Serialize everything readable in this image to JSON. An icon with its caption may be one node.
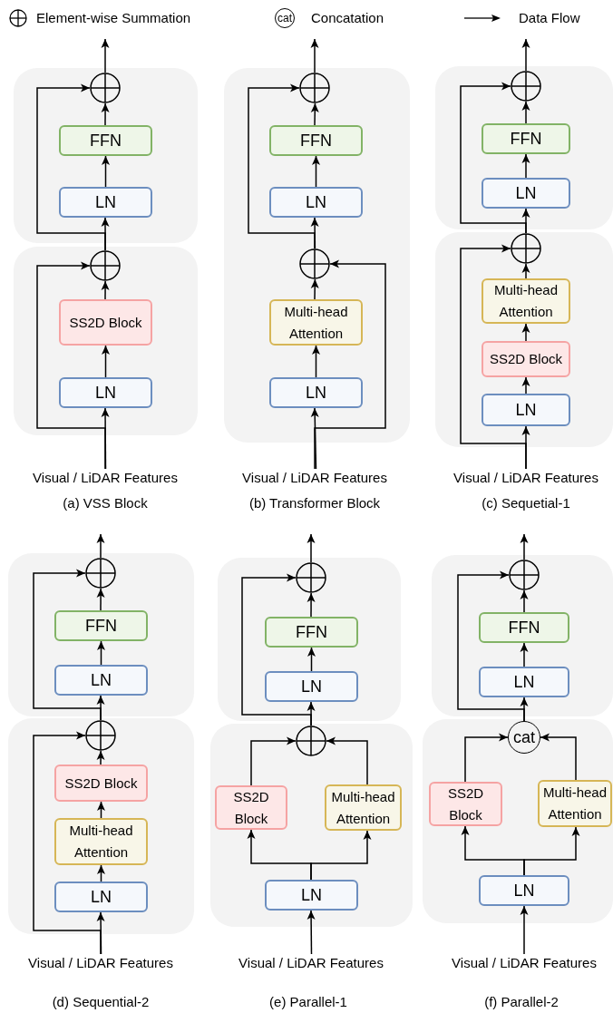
{
  "diagram": {
    "nodes": [
      {
        "text": [],
        "shape": "box"
      },
      {
        "text": [],
        "shape": "circle",
        "in": 0
      },
      {
        "text": [
          "FFN"
        ],
        "in": 0
      },
      {
        "text": [
          "LN"
        ],
        "in": 0
      },
      {
        "text": [],
        "shape": "box"
      },
      {
        "text": [],
        "shape": "circle",
        "in": 4
      },
      {
        "text": [
          "SS2D Block"
        ],
        "in": 4
      },
      {
        "text": [
          "LN"
        ],
        "in": 4
      },
      {
        "text": [
          "Visual / LiDAR Features"
        ]
      },
      {
        "text": [],
        "shape": "box"
      },
      {
        "text": [],
        "shape": "circle",
        "in": 9
      },
      {
        "text": [
          "FFN"
        ],
        "in": 9
      },
      {
        "text": [
          "LN"
        ],
        "in": 9
      },
      {
        "text": [],
        "shape": "circle",
        "in": 9
      },
      {
        "text": [
          "Multi-head Attention"
        ],
        "in": 9
      },
      {
        "text": [
          "LN"
        ],
        "in": 9
      },
      {
        "text": [
          "Visual / LiDAR Features"
        ]
      },
      {
        "text": [],
        "shape": "box"
      },
      {
        "text": [],
        "shape": "circle",
        "in": 17
      },
      {
        "text": [
          "FFN"
        ],
        "in": 17
      },
      {
        "text": [
          "LN"
        ],
        "in": 17
      },
      {
        "text": [],
        "shape": "box"
      },
      {
        "text": [],
        "shape": "circle",
        "in": 21
      },
      {
        "text": [
          "Multi-head Attention"
        ],
        "in": 21
      },
      {
        "text": [
          "SS2D Block"
        ],
        "in": 21
      },
      {
        "text": [
          "LN"
        ],
        "in": 21
      },
      {
        "text": [
          "Visual / LiDAR Features"
        ]
      },
      {
        "text": [],
        "shape": "box"
      },
      {
        "text": [],
        "shape": "circle",
        "in": 27
      },
      {
        "text": [
          "FFN"
        ],
        "in": 27
      },
      {
        "text": [
          "LN"
        ],
        "in": 27
      },
      {
        "text": [],
        "shape": "box"
      },
      {
        "text": [],
        "shape": "circle",
        "in": 31
      },
      {
        "text": [
          "SS2D Block"
        ],
        "in": 31
      },
      {
        "text": [
          "Multi-head Attention"
        ],
        "in": 31
      },
      {
        "text": [
          "LN"
        ],
        "in": 31
      },
      {
        "text": [
          "Visual / LiDAR Features"
        ]
      },
      {
        "text": [],
        "shape": "box"
      },
      {
        "text": [],
        "shape": "circle",
        "in": 37
      },
      {
        "text": [
          "FFN"
        ],
        "in": 37
      },
      {
        "text": [
          "LN"
        ],
        "in": 37
      },
      {
        "text": [],
        "shape": "box"
      },
      {
        "text": [],
        "shape": "circle",
        "in": 41
      },
      {
        "text": [
          "SS2D Block"
        ],
        "in": 41
      },
      {
        "text": [
          "Multi-head Attention"
        ],
        "in": 41
      },
      {
        "text": [
          "LN"
        ],
        "in": 41
      },
      {
        "text": [
          "Visual / LiDAR Features"
        ]
      },
      {
        "text": [],
        "shape": "box"
      },
      {
        "text": [],
        "shape": "circle",
        "in": 47
      },
      {
        "text": [
          "FFN"
        ],
        "in": 47
      },
      {
        "text": [
          "LN"
        ],
        "in": 47
      },
      {
        "text": [],
        "shape": "box"
      },
      {
        "text": [
          "cat"
        ],
        "in": 51
      },
      {
        "text": [
          "SS2D Block"
        ],
        "in": 51
      },
      {
        "text": [
          "Multi-head Attention"
        ],
        "in": 51
      },
      {
        "text": [
          "LN"
        ],
        "in": 51
      },
      {
        "text": [
          "Visual / LiDAR Features"
        ]
      }
    ],
    "edges": [
      {
        "from": 1,
        "to": null,
        "arrow": "to"
      },
      {
        "from": 2,
        "to": 1,
        "arrow": "to"
      },
      {
        "from": 3,
        "to": 2,
        "arrow": "to"
      },
      {
        "from": 5,
        "to": 3,
        "arrow": "to"
      },
      {
        "from": 5,
        "to": 1,
        "arrow": "to"
      },
      {
        "from": 6,
        "to": 5,
        "arrow": "to"
      },
      {
        "from": 7,
        "to": 6,
        "arrow": "to"
      },
      {
        "from": 8,
        "to": 7,
        "arrow": "to"
      },
      {
        "from": 8,
        "to": 5,
        "arrow": "to"
      },
      {
        "from": 10,
        "to": null,
        "arrow": "to"
      },
      {
        "from": 11,
        "to": 10,
        "arrow": "to"
      },
      {
        "from": 12,
        "to": 11,
        "arrow": "to"
      },
      {
        "from": 13,
        "to": 12,
        "arrow": "to"
      },
      {
        "from": 13,
        "to": 10,
        "arrow": "to"
      },
      {
        "from": 14,
        "to": 13,
        "arrow": "to"
      },
      {
        "from": 15,
        "to": 14,
        "arrow": "to"
      },
      {
        "from": 16,
        "to": 15,
        "arrow": "to"
      },
      {
        "from": 16,
        "to": 13,
        "arrow": "to"
      },
      {
        "from": 18,
        "to": null,
        "arrow": "to"
      },
      {
        "from": 19,
        "to": 18,
        "arrow": "to"
      },
      {
        "from": 20,
        "to": 19,
        "arrow": "to"
      },
      {
        "from": 22,
        "to": 20,
        "arrow": "to"
      },
      {
        "from": 22,
        "to": 18,
        "arrow": "to"
      },
      {
        "from": 23,
        "to": 22,
        "arrow": "to"
      },
      {
        "from": 24,
        "to": 23,
        "arrow": "to"
      },
      {
        "from": 25,
        "to": 24,
        "arrow": "to"
      },
      {
        "from": 26,
        "to": 25,
        "arrow": "to"
      },
      {
        "from": 26,
        "to": 22,
        "arrow": "to"
      },
      {
        "from": 28,
        "to": null,
        "arrow": "to"
      },
      {
        "from": 29,
        "to": 28,
        "arrow": "to"
      },
      {
        "from": 30,
        "to": 29,
        "arrow": "to"
      },
      {
        "from": 32,
        "to": 30,
        "arrow": "to"
      },
      {
        "from": 32,
        "to": 28,
        "arrow": "to"
      },
      {
        "from": 33,
        "to": 32,
        "arrow": "to"
      },
      {
        "from": 34,
        "to": 33,
        "arrow": "to"
      },
      {
        "from": 35,
        "to": 34,
        "arrow": "to"
      },
      {
        "from": 36,
        "to": 35,
        "arrow": "to"
      },
      {
        "from": 36,
        "to": 32,
        "arrow": "to"
      },
      {
        "from": 38,
        "to": null,
        "arrow": "to"
      },
      {
        "from": 39,
        "to": 38,
        "arrow": "to"
      },
      {
        "from": 40,
        "to": 39,
        "arrow": "to"
      },
      {
        "from": 42,
        "to": 40,
        "arrow": "to"
      },
      {
        "from": 42,
        "to": 38,
        "arrow": "to"
      },
      {
        "from": 43,
        "to": 42,
        "arrow": "to"
      },
      {
        "from": 44,
        "to": 42,
        "arrow": "to"
      },
      {
        "from": 45,
        "to": 43,
        "arrow": "to"
      },
      {
        "from": 45,
        "to": 44,
        "arrow": "to"
      },
      {
        "from": 46,
        "to": 45,
        "arrow": "to"
      },
      {
        "from": 48,
        "to": null,
        "arrow": "to"
      },
      {
        "from": 49,
        "to": 48,
        "arrow": "to"
      },
      {
        "from": 50,
        "to": 49,
        "arrow": "to"
      },
      {
        "from": 52,
        "to": 50,
        "arrow": "to"
      },
      {
        "from": 52,
        "to": 48,
        "arrow": "to"
      },
      {
        "from": 53,
        "to": 52,
        "arrow": "to"
      },
      {
        "from": 54,
        "to": 52,
        "arrow": "to"
      },
      {
        "from": 55,
        "to": 53,
        "arrow": "to"
      },
      {
        "from": 55,
        "to": 54,
        "arrow": "to"
      },
      {
        "from": 56,
        "to": 55,
        "arrow": "to"
      }
    ],
    "labels": [
      "cat",
      "(a) VSS Block",
      "(b) Transformer Block",
      "(c) Sequetial-1",
      "(d) Sequential-2",
      "(e) Parallel-1",
      "(f) Parallel-2"
    ],
    "legend": [
      {
        "text": "Element-wise Summation"
      },
      {
        "text": "Concatation"
      },
      {
        "text": "Data Flow"
      }
    ]
  }
}
